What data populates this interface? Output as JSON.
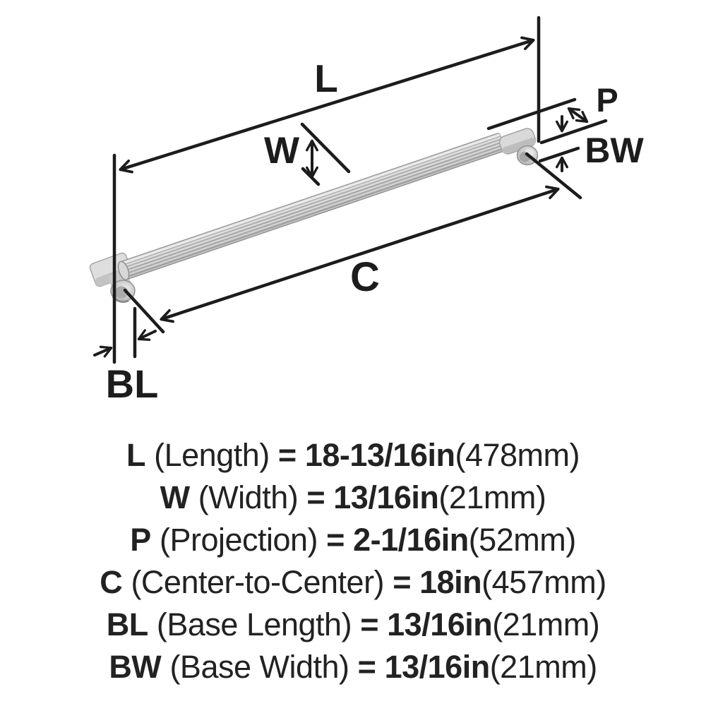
{
  "page": {
    "background": "#ffffff",
    "ink_color": "#1c1c1c",
    "metal_light": "#f2f2f2",
    "metal_mid": "#c9c9c9",
    "metal_dark": "#8f8f8f"
  },
  "diagram": {
    "labels": {
      "length": "L",
      "width": "W",
      "projection": "P",
      "base_width": "BW",
      "center_to_center": "C",
      "base_length": "BL"
    }
  },
  "specs": {
    "rows": [
      {
        "label": "L",
        "name": "(Length)",
        "eq": "=",
        "value": "18-13/16in",
        "metric": "(478mm)"
      },
      {
        "label": "W",
        "name": "(Width)",
        "eq": "=",
        "value": "13/16in",
        "metric": "(21mm)"
      },
      {
        "label": "P",
        "name": "(Projection)",
        "eq": "=",
        "value": "2-1/16in",
        "metric": "(52mm)"
      },
      {
        "label": "C",
        "name": "(Center-to-Center)",
        "eq": "=",
        "value": "18in",
        "metric": "(457mm)"
      },
      {
        "label": "BL",
        "name": "(Base Length)",
        "eq": "=",
        "value": "13/16in",
        "metric": "(21mm)"
      },
      {
        "label": "BW",
        "name": "(Base Width)",
        "eq": "=",
        "value": "13/16in",
        "metric": "(21mm)"
      }
    ]
  }
}
